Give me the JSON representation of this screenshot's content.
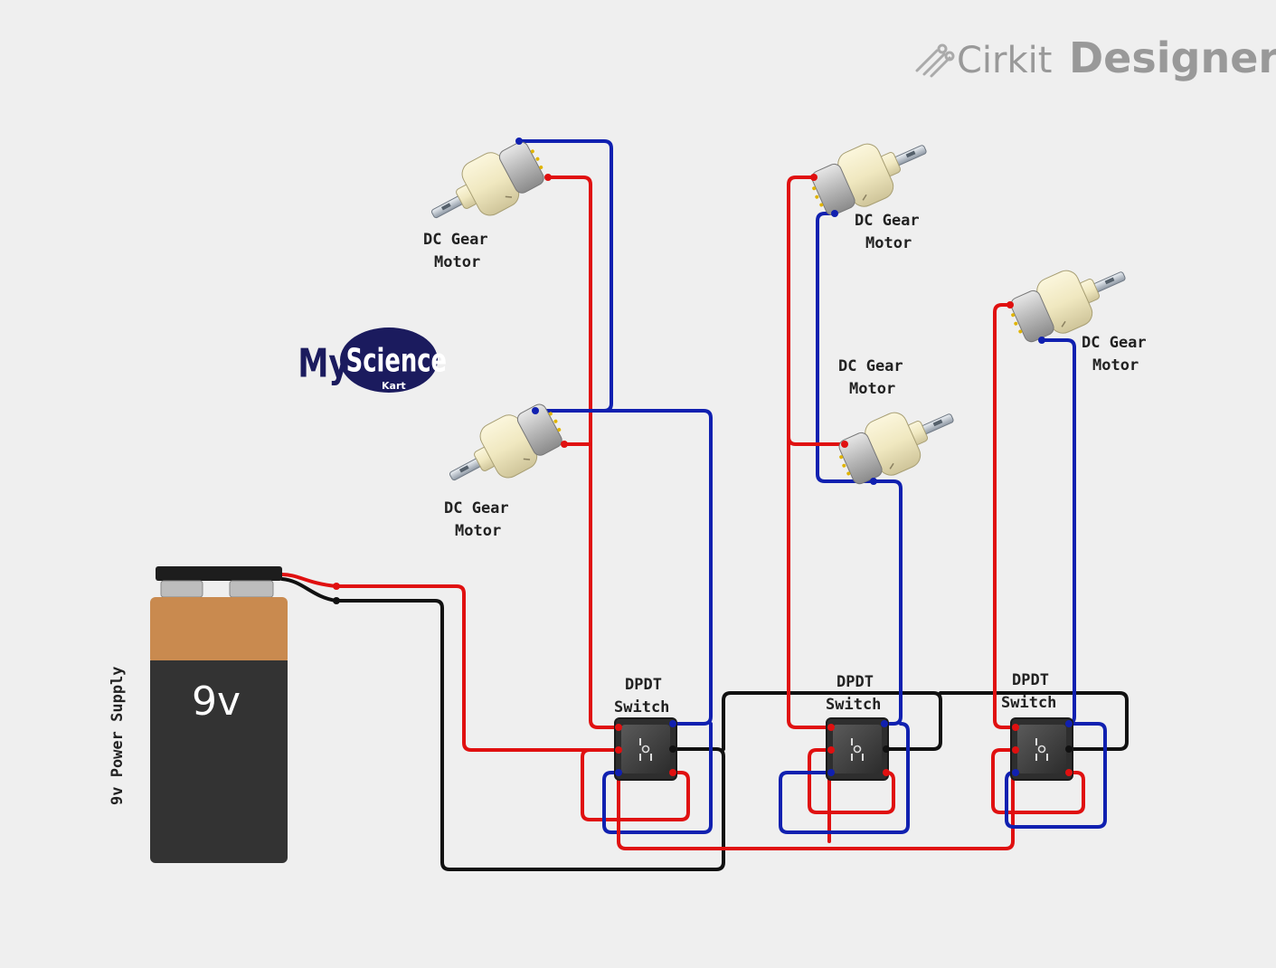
{
  "brand": {
    "name_part1": "Cirkit",
    "name_part2": "Designer",
    "logo_icon": "cirkit-logo-icon"
  },
  "sponsor_logo": {
    "text_my": "My",
    "text_science": "Science",
    "text_kart": "Kart",
    "color": "#1b1b5e"
  },
  "battery": {
    "label": "9v Power Supply",
    "voltage_text": "9v",
    "top_color": "#c98a4f",
    "body_color": "#333333"
  },
  "motors": [
    {
      "label_line1": "DC Gear",
      "label_line2": "Motor"
    },
    {
      "label_line1": "DC Gear",
      "label_line2": "Motor"
    },
    {
      "label_line1": "DC Gear",
      "label_line2": "Motor"
    },
    {
      "label_line1": "DC Gear",
      "label_line2": "Motor"
    },
    {
      "label_line1": "DC Gear",
      "label_line2": "Motor"
    }
  ],
  "switches": [
    {
      "label_line1": "DPDT",
      "label_line2": "Switch"
    },
    {
      "label_line1": "DPDT",
      "label_line2": "Switch"
    },
    {
      "label_line1": "DPDT",
      "label_line2": "Switch"
    }
  ],
  "wire_colors": {
    "positive": "#e01010",
    "negative": "#111111",
    "motor_b": "#1020b0"
  },
  "background": "#efefef"
}
